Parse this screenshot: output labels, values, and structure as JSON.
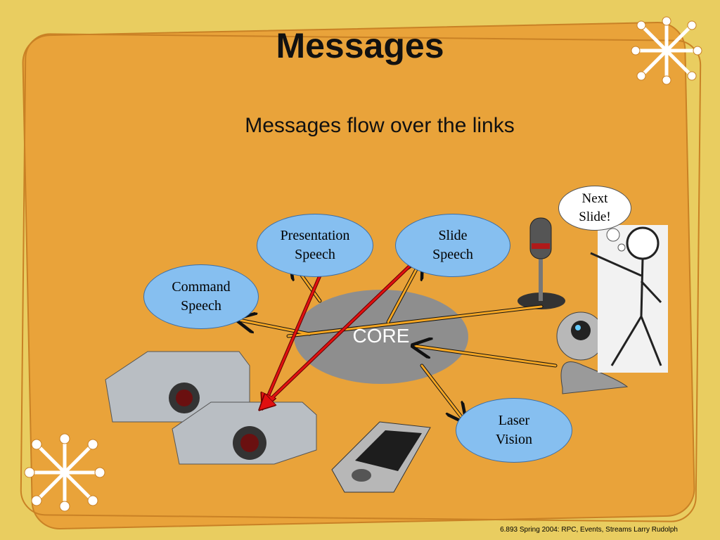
{
  "slide": {
    "title": "Messages",
    "subtitle": "Messages flow over the links",
    "footer": "6.893 Spring 2004:  RPC, Events, Streams  Larry Rudolph"
  },
  "nodes": {
    "presentation_speech": {
      "line1": "Presentation",
      "line2": "Speech"
    },
    "slide_speech": {
      "line1": "Slide",
      "line2": "Speech"
    },
    "command_speech": {
      "line1": "Command",
      "line2": "Speech"
    },
    "laser_vision": {
      "line1": "Laser",
      "line2": "Vision"
    },
    "core": "CORE"
  },
  "thought_bubble": {
    "line1": "Next",
    "line2": "Slide!"
  },
  "icons": [
    "asterisk-decoration",
    "projector",
    "pda",
    "microphone",
    "webcam",
    "stick-figure"
  ],
  "colors": {
    "background": "#e9cd60",
    "panel": "#e9a33a",
    "bubble": "#86bff0",
    "core": "#8e8e8e",
    "arrow_orange": "#f5a623",
    "arrow_red": "#e01010"
  }
}
